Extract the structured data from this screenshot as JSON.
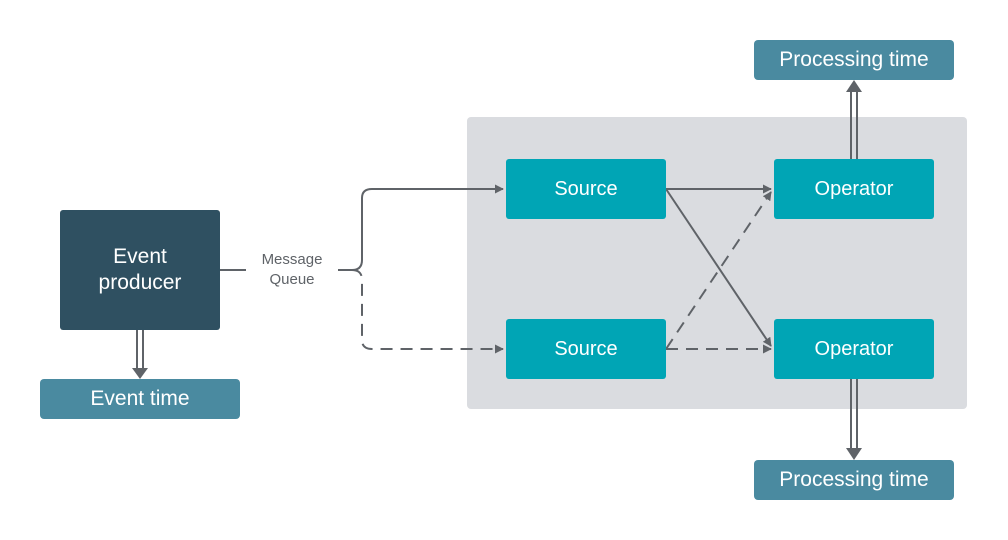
{
  "nodes": {
    "event_producer": "Event\nproducer",
    "event_time": "Event time",
    "message_queue": "Message\nQueue",
    "source_top": "Source",
    "source_bottom": "Source",
    "operator_top": "Operator",
    "operator_bottom": "Operator",
    "processing_time_top": "Processing time",
    "processing_time_bottom": "Processing time"
  },
  "colors": {
    "producer": "#2f5061",
    "time_box": "#4a8aa0",
    "teal_node": "#00a5b5",
    "cluster_bg": "#dadce0",
    "edge": "#5f6368"
  }
}
